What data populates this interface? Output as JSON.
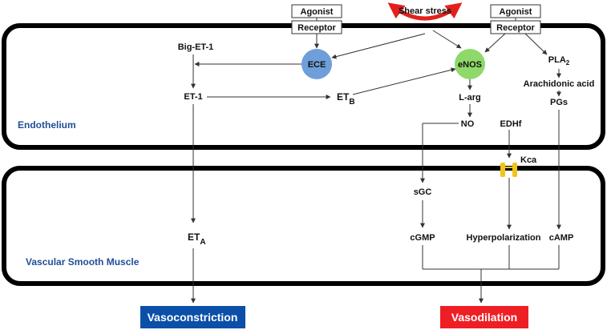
{
  "shear_stress": "Shear stress",
  "agonist_left": "Agonist",
  "receptor_left": "Receptor",
  "agonist_right": "Agonist",
  "receptor_right": "Receptor",
  "compartments": {
    "endothelium": "Endothelium",
    "smooth_muscle": "Vascular Smooth Muscle"
  },
  "nodes": {
    "big_et1": "Big-ET-1",
    "ece": "ECE",
    "enos": "eNOS",
    "pla": "PLA",
    "pla_sub": "2",
    "arachidonic": "Arachidonic acid",
    "pgs": "PGs",
    "et1": "ET-1",
    "etb": "ET",
    "etb_sub": "B",
    "larg": "L-arg",
    "no": "NO",
    "edhf": "EDHf",
    "kca": "Kca",
    "sgc": "sGC",
    "eta": "ET",
    "eta_sub": "A",
    "cgmp": "cGMP",
    "hyperpolarization": "Hyperpolarization",
    "camp": "cAMP"
  },
  "outcomes": {
    "vasoconstriction": "Vasoconstriction",
    "vasodilation": "Vasodilation"
  },
  "colors": {
    "ece_fill": "#6f9fd8",
    "enos_fill": "#8fd86a",
    "vasoconstriction_bg": "#0b4fa8",
    "vasodilation_bg": "#ee1f24",
    "accent_red": "#e3201b",
    "label_blue": "#1f4e96",
    "channel_yellow": "#f2c41a"
  }
}
